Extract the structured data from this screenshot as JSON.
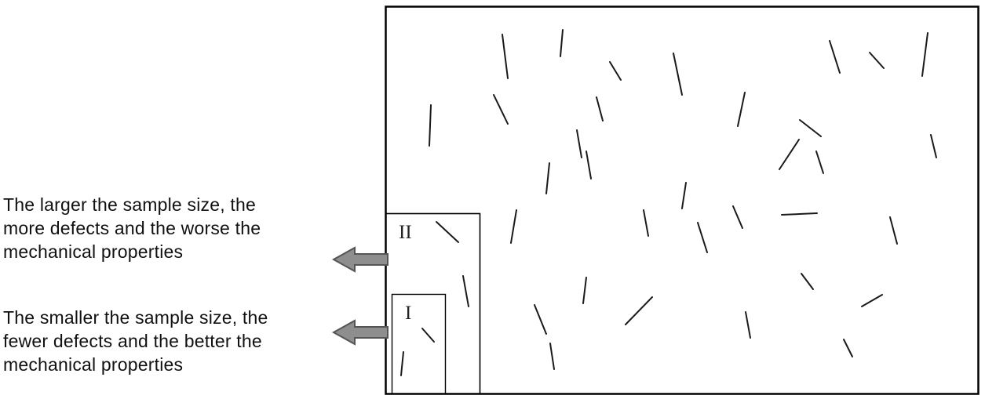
{
  "figure": {
    "description": "Sample size vs defects schematic",
    "region_large_label": "",
    "region_ii_label": "II",
    "region_i_label": "I"
  },
  "annotations": {
    "larger": {
      "lines": [
        "The larger the sample size, the",
        "more defects and the worse the",
        "mechanical properties"
      ]
    },
    "smaller": {
      "lines": [
        "The smaller the sample size, the",
        "fewer defects and the better the",
        "mechanical properties"
      ]
    }
  },
  "colors": {
    "background": "#ffffff",
    "box_border": "#000000",
    "defect_stroke": "#1a1a1a",
    "arrow_fill": "#8e8e8e",
    "arrow_stroke": "#555555",
    "text": "#111111"
  },
  "defects": [
    [
      640,
      44,
      647,
      100
    ],
    [
      717,
      38,
      714,
      72
    ],
    [
      777,
      79,
      791,
      102
    ],
    [
      858,
      68,
      869,
      121
    ],
    [
      1057,
      52,
      1070,
      93
    ],
    [
      1108,
      67,
      1126,
      87
    ],
    [
      1182,
      42,
      1175,
      97
    ],
    [
      549,
      134,
      547,
      186
    ],
    [
      629,
      121,
      647,
      158
    ],
    [
      760,
      124,
      768,
      154
    ],
    [
      949,
      118,
      940,
      161
    ],
    [
      1019,
      153,
      1046,
      174
    ],
    [
      735,
      166,
      741,
      201
    ],
    [
      1186,
      172,
      1193,
      201
    ],
    [
      700,
      208,
      696,
      247
    ],
    [
      747,
      193,
      753,
      228
    ],
    [
      993,
      216,
      1018,
      178
    ],
    [
      1040,
      193,
      1049,
      221
    ],
    [
      874,
      233,
      869,
      266
    ],
    [
      658,
      268,
      651,
      310
    ],
    [
      820,
      268,
      826,
      301
    ],
    [
      889,
      284,
      901,
      322
    ],
    [
      934,
      263,
      946,
      291
    ],
    [
      996,
      274,
      1041,
      272
    ],
    [
      1134,
      277,
      1143,
      311
    ],
    [
      556,
      283,
      584,
      309
    ],
    [
      590,
      352,
      597,
      391
    ],
    [
      538,
      419,
      553,
      436
    ],
    [
      514,
      449,
      511,
      479
    ],
    [
      1021,
      349,
      1036,
      369
    ],
    [
      747,
      354,
      743,
      387
    ],
    [
      681,
      389,
      696,
      426
    ],
    [
      797,
      414,
      831,
      379
    ],
    [
      950,
      398,
      956,
      431
    ],
    [
      1098,
      391,
      1124,
      376
    ],
    [
      1075,
      433,
      1086,
      455
    ],
    [
      701,
      438,
      706,
      471
    ]
  ]
}
